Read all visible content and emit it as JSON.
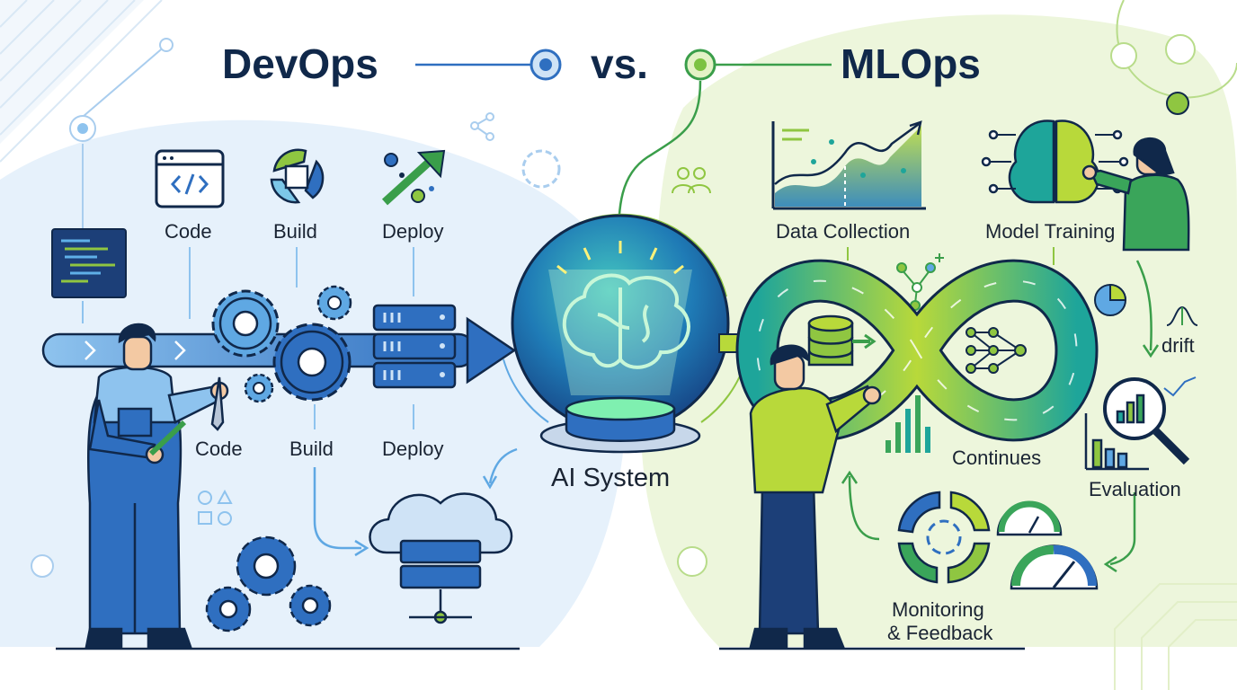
{
  "header": {
    "left_title": "DevOps",
    "versus": "vs.",
    "right_title": "MLOps"
  },
  "devops": {
    "top_stages": [
      "Code",
      "Build",
      "Deploy"
    ],
    "bottom_stages": [
      "Code",
      "Build",
      "Deploy"
    ]
  },
  "center": {
    "label": "AI System"
  },
  "mlops": {
    "data_collection": "Data Collection",
    "model_training": "Model Training",
    "drift": "drift",
    "continues": "Continues",
    "evaluation": "Evaluation",
    "monitoring_line1": "Monitoring",
    "monitoring_line2": "& Feedback"
  },
  "colors": {
    "devops_blue": "#2f6fc0",
    "devops_bg": "#e6f1fb",
    "mlops_green": "#7cc242",
    "mlops_bg": "#edf6dc",
    "navy": "#10284a",
    "teal": "#1ea59a"
  }
}
